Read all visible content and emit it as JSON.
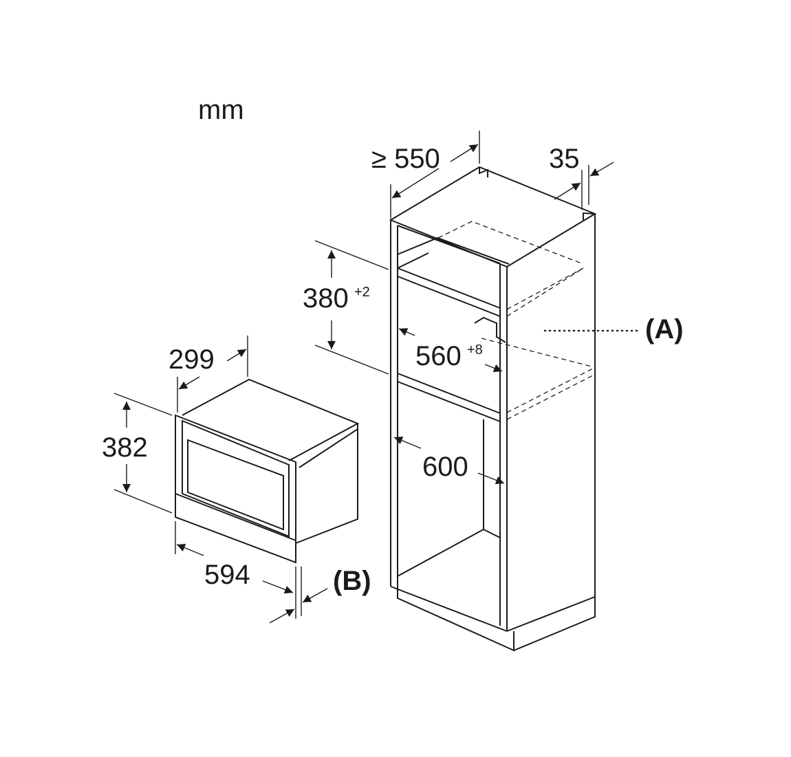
{
  "unit_label": "mm",
  "cabinet": {
    "depth_min": "≥ 550",
    "back_gap": "35",
    "niche_height": "380",
    "niche_height_tolerance": "+2",
    "niche_width": "560",
    "niche_width_tolerance": "+8",
    "cabinet_width": "600",
    "callout_a": "(A)"
  },
  "appliance": {
    "depth": "299",
    "height": "382",
    "width": "594",
    "callout_b": "(B)"
  }
}
